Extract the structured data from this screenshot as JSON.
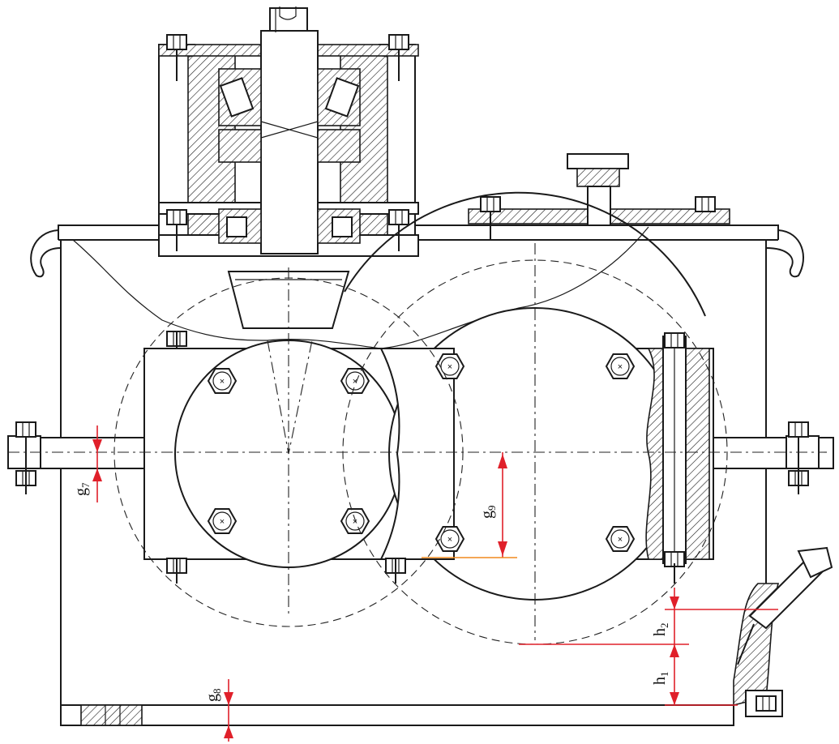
{
  "dimension_labels": [
    {
      "id": "g7",
      "base": "g",
      "sub": "7"
    },
    {
      "id": "g8",
      "base": "g",
      "sub": "8"
    },
    {
      "id": "g9",
      "base": "g",
      "sub": "9"
    },
    {
      "id": "h1",
      "base": "h",
      "sub": "1"
    },
    {
      "id": "h2",
      "base": "h",
      "sub": "2"
    }
  ],
  "colors": {
    "line": "#1a1a1a",
    "dimension": "#e0202a",
    "reference": "#f08a1e",
    "background": "#ffffff"
  }
}
